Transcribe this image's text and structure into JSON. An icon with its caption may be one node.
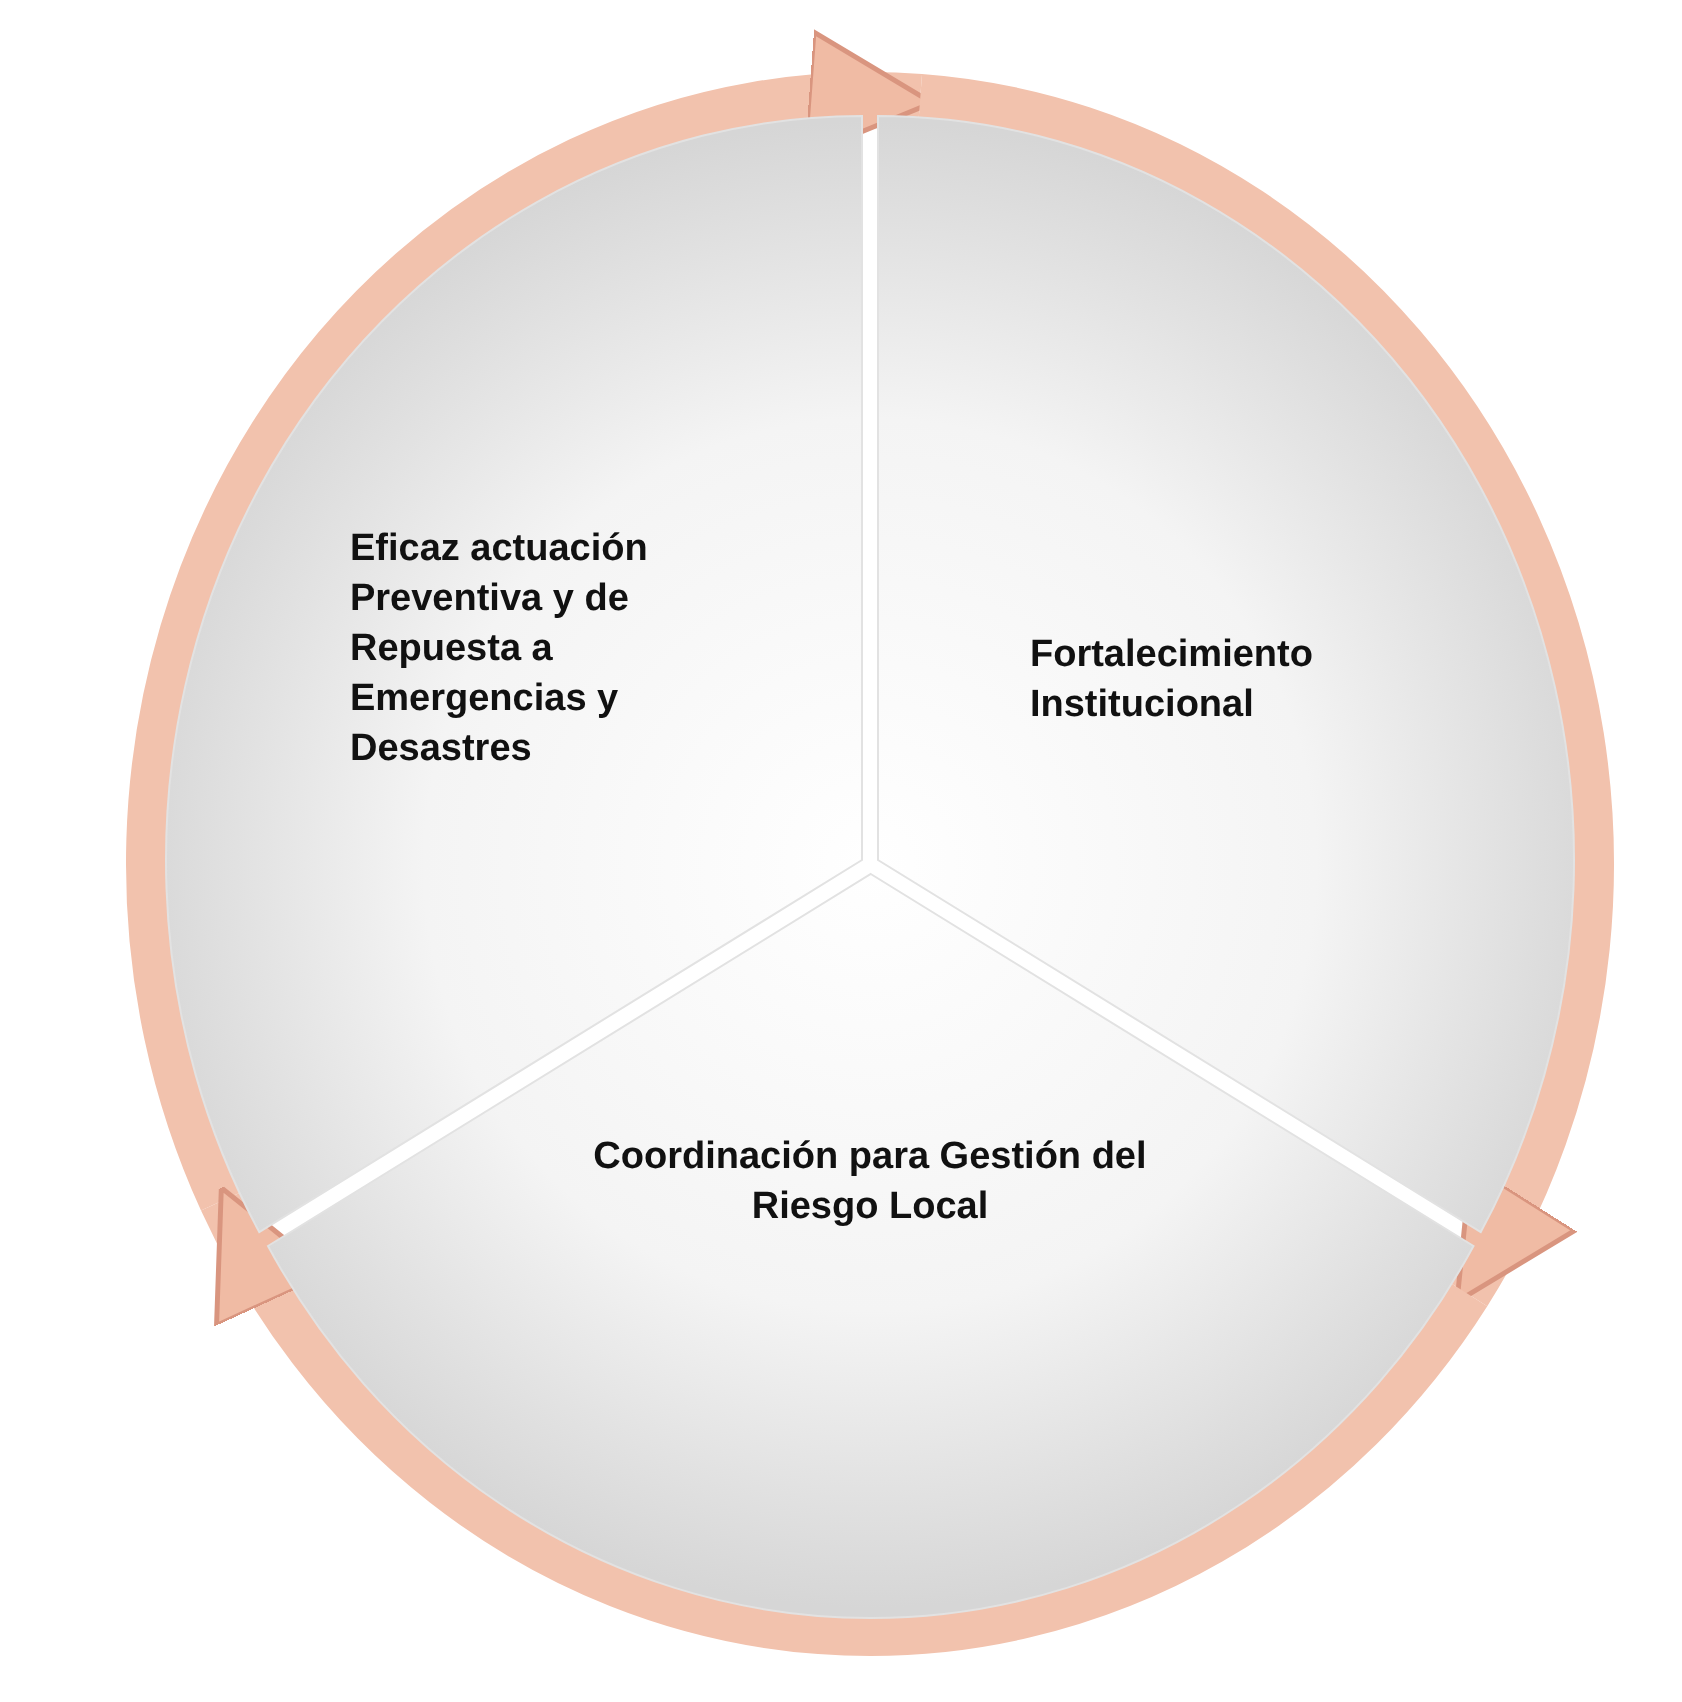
{
  "diagram": {
    "nodes": [
      {
        "text": [
          "Eficaz actuación Preventiva y de Repuesta a Emergencias y Desastres"
        ]
      },
      {
        "text": [
          "Fortalecimiento Institucional"
        ]
      },
      {
        "text": [
          "Coordinación para Gestión del Riesgo Local"
        ]
      }
    ],
    "edges": [
      {
        "from": 0,
        "to": 1,
        "arrow": "to"
      },
      {
        "from": 1,
        "to": 2,
        "arrow": "to"
      },
      {
        "from": 2,
        "to": 0,
        "arrow": "to"
      }
    ]
  }
}
